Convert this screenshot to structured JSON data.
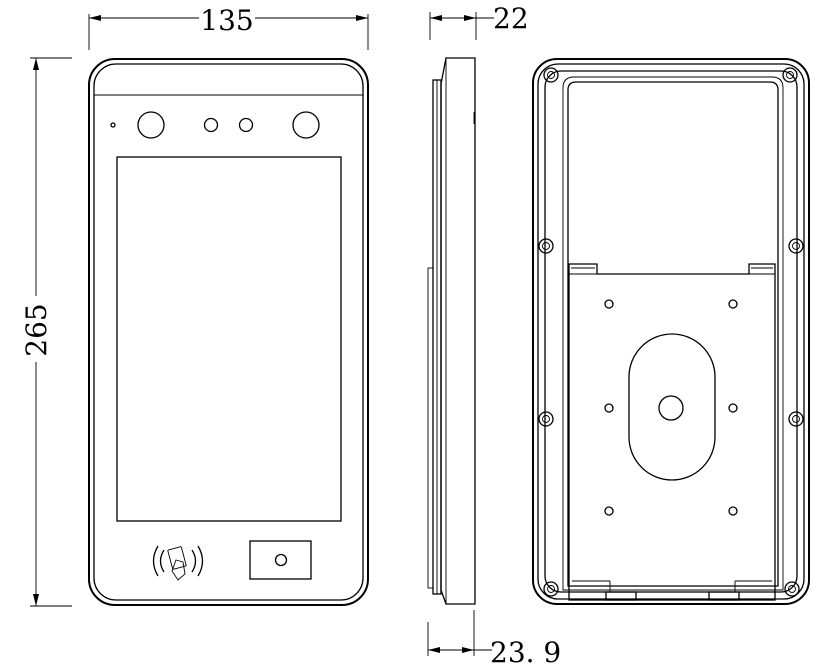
{
  "dimensions": {
    "width": "135",
    "height": "265",
    "depth_top": "22",
    "depth_bottom": "23. 9"
  },
  "icons": {
    "front_nfc": "nfc-card-icon",
    "front_button": "button-icon"
  }
}
